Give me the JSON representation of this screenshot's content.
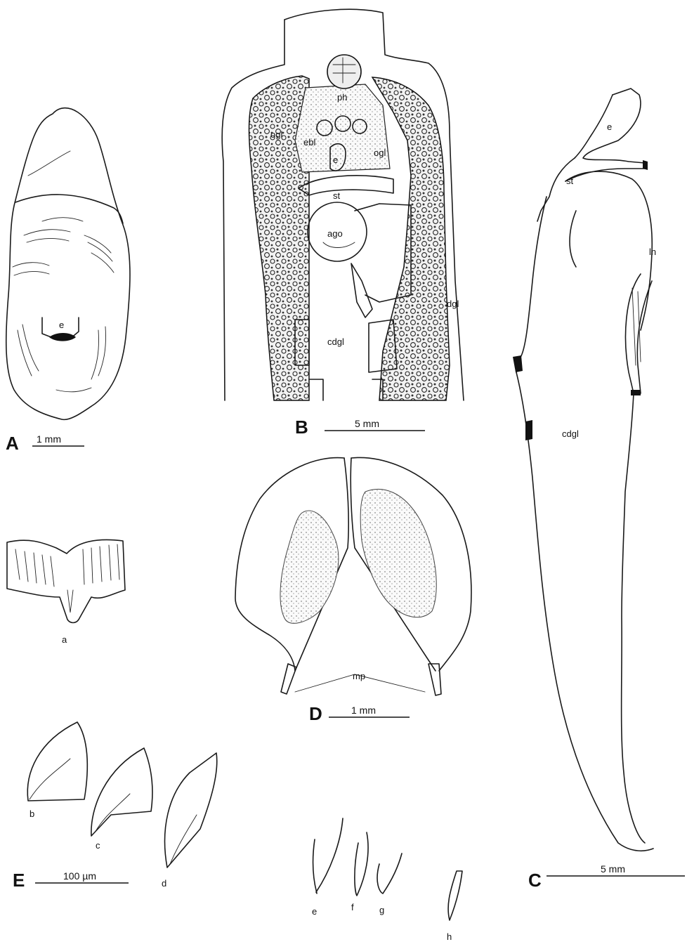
{
  "panels": {
    "A": {
      "letter": "A",
      "scale": "1 mm",
      "labels": {
        "e": "e"
      }
    },
    "B": {
      "letter": "B",
      "scale": "5 mm",
      "labels": {
        "ph": "ph",
        "ogl_left": "ogl",
        "ogl_right": "ogl",
        "ebl": "ebl",
        "e": "e",
        "st": "st",
        "ago": "ago",
        "dgl": "dgl",
        "cdgl": "cdgl"
      }
    },
    "C": {
      "letter": "C",
      "scale": "5 mm",
      "labels": {
        "e": "e",
        "st": "st",
        "ln": "ln",
        "cdgl": "cdgl"
      }
    },
    "D": {
      "letter": "D",
      "scale": "1 mm",
      "labels": {
        "mp": "mp"
      }
    },
    "E": {
      "letter": "E",
      "scale": "100 µm",
      "labels": {
        "a": "a",
        "b": "b",
        "c": "c",
        "d": "d",
        "e": "e",
        "f": "f",
        "g": "g",
        "h": "h"
      }
    }
  }
}
